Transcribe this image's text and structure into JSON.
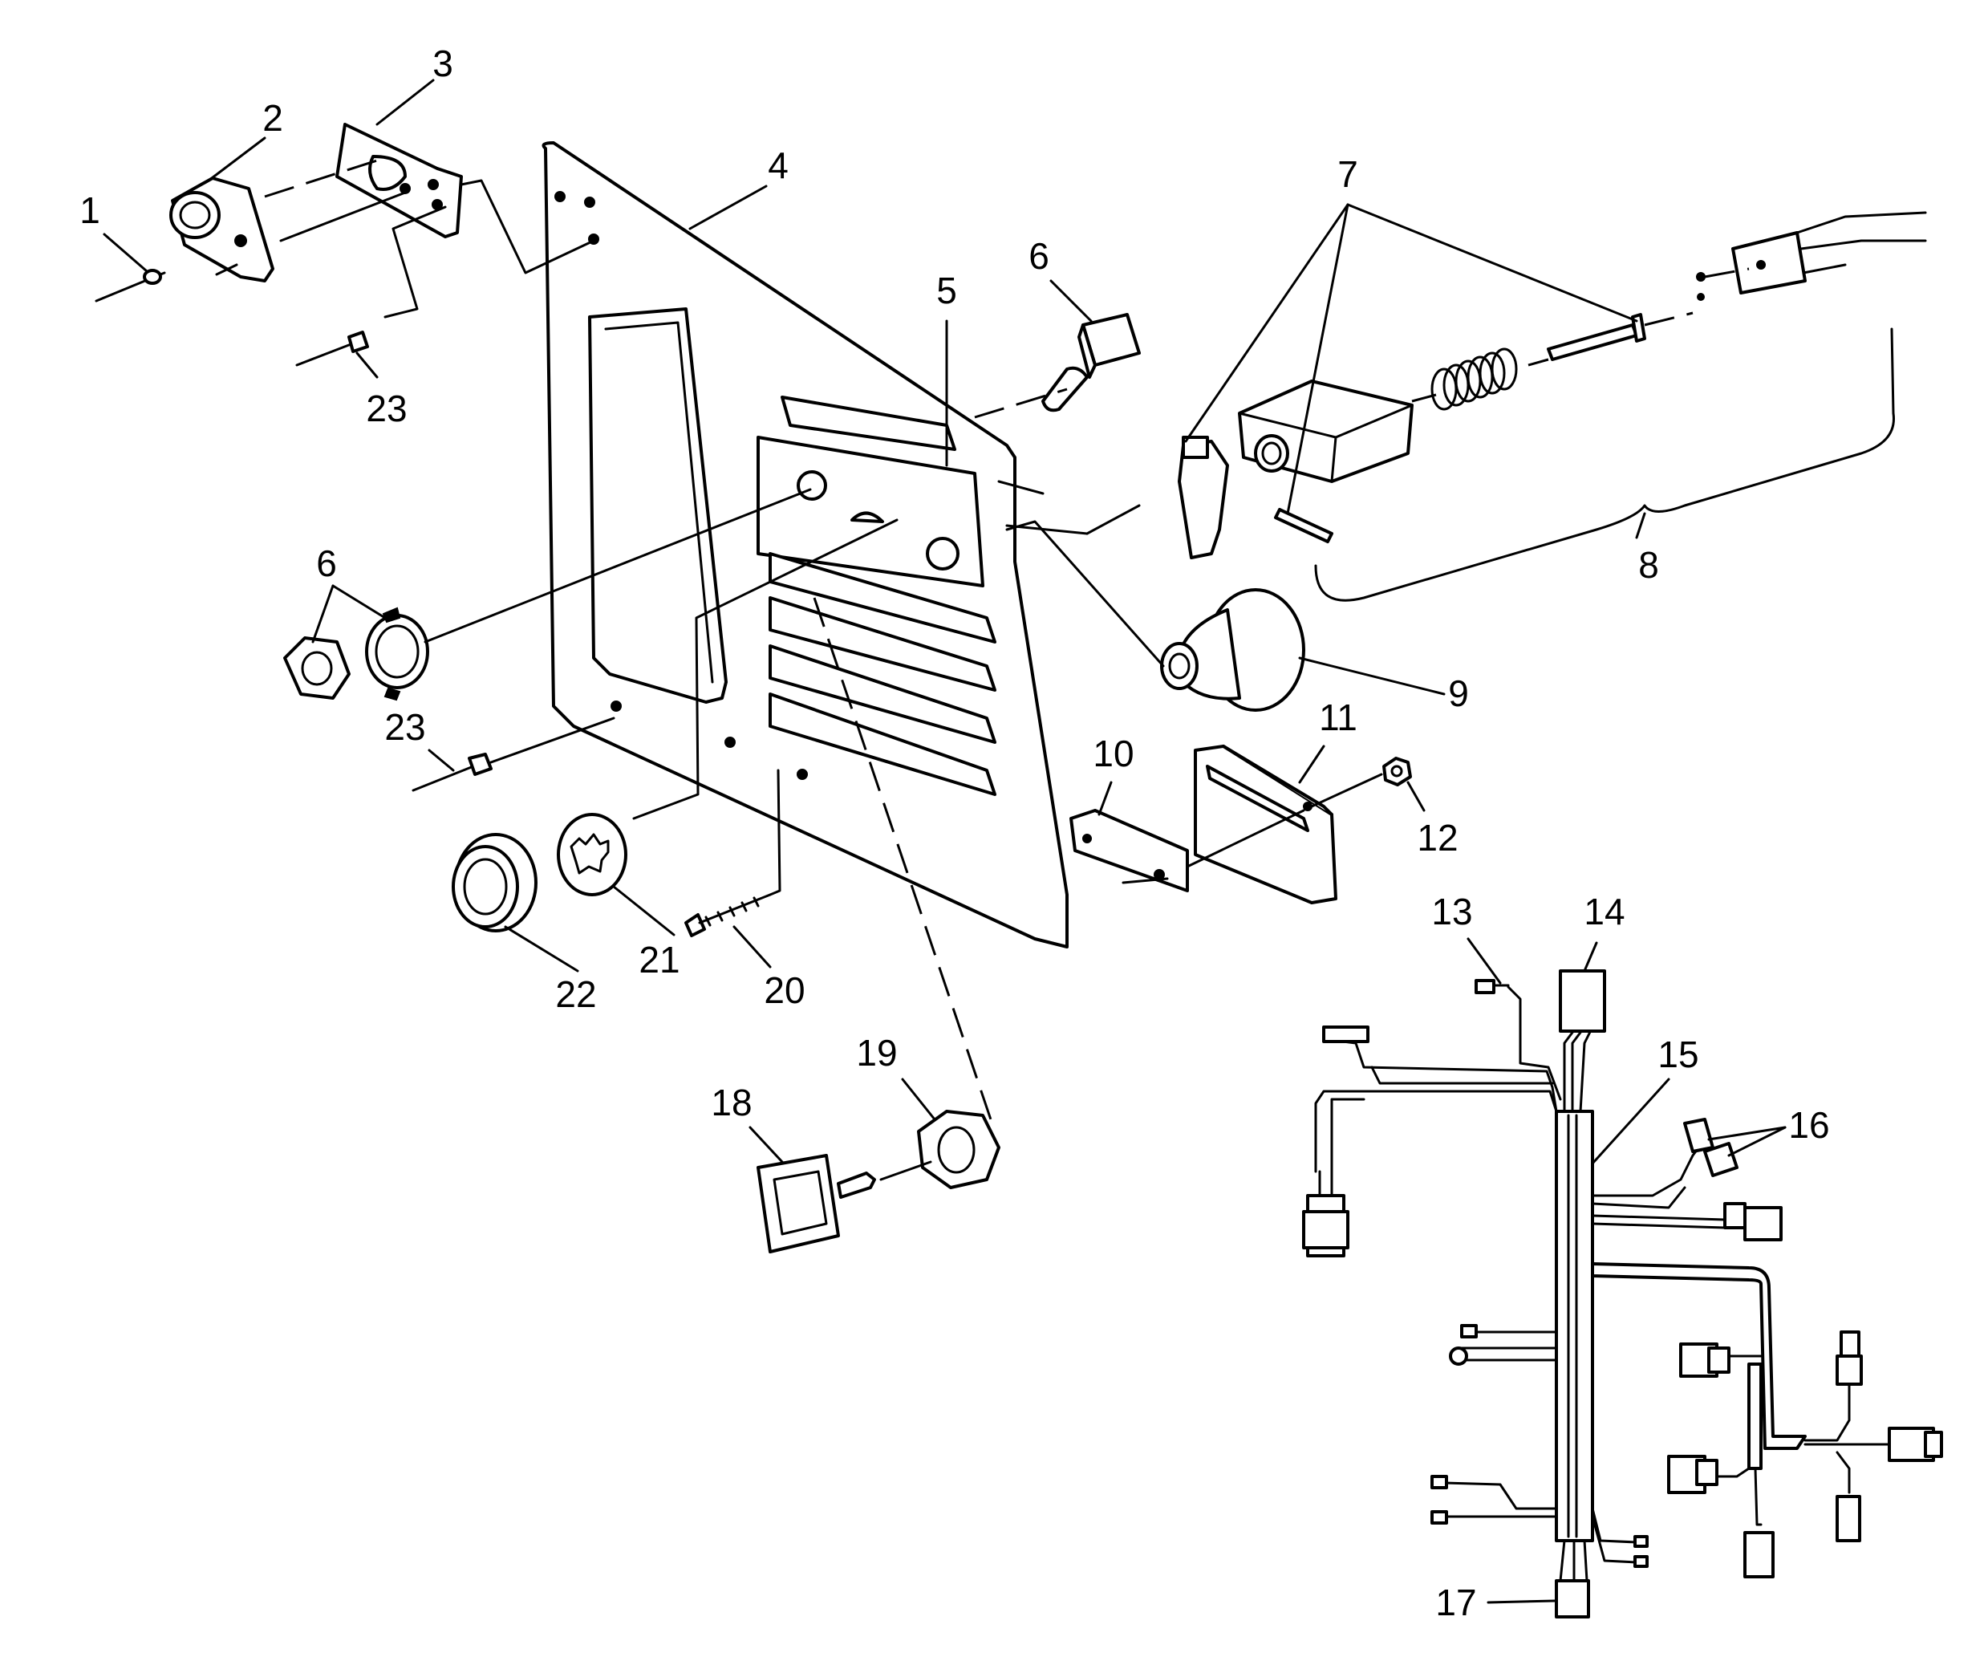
{
  "callouts": [
    {
      "id": "c1",
      "text": "1"
    },
    {
      "id": "c2",
      "text": "2"
    },
    {
      "id": "c3",
      "text": "3"
    },
    {
      "id": "c4",
      "text": "4"
    },
    {
      "id": "c5",
      "text": "5"
    },
    {
      "id": "c6a",
      "text": "6"
    },
    {
      "id": "c6b",
      "text": "6"
    },
    {
      "id": "c7",
      "text": "7"
    },
    {
      "id": "c8",
      "text": "8"
    },
    {
      "id": "c9",
      "text": "9"
    },
    {
      "id": "c10",
      "text": "10"
    },
    {
      "id": "c11",
      "text": "11"
    },
    {
      "id": "c12",
      "text": "12"
    },
    {
      "id": "c13",
      "text": "13"
    },
    {
      "id": "c14",
      "text": "14"
    },
    {
      "id": "c15",
      "text": "15"
    },
    {
      "id": "c16",
      "text": "16"
    },
    {
      "id": "c17",
      "text": "17"
    },
    {
      "id": "c18",
      "text": "18"
    },
    {
      "id": "c19",
      "text": "19"
    },
    {
      "id": "c20",
      "text": "20"
    },
    {
      "id": "c21",
      "text": "21"
    },
    {
      "id": "c22",
      "text": "22"
    },
    {
      "id": "c23a",
      "text": "23"
    },
    {
      "id": "c23b",
      "text": "23"
    }
  ]
}
